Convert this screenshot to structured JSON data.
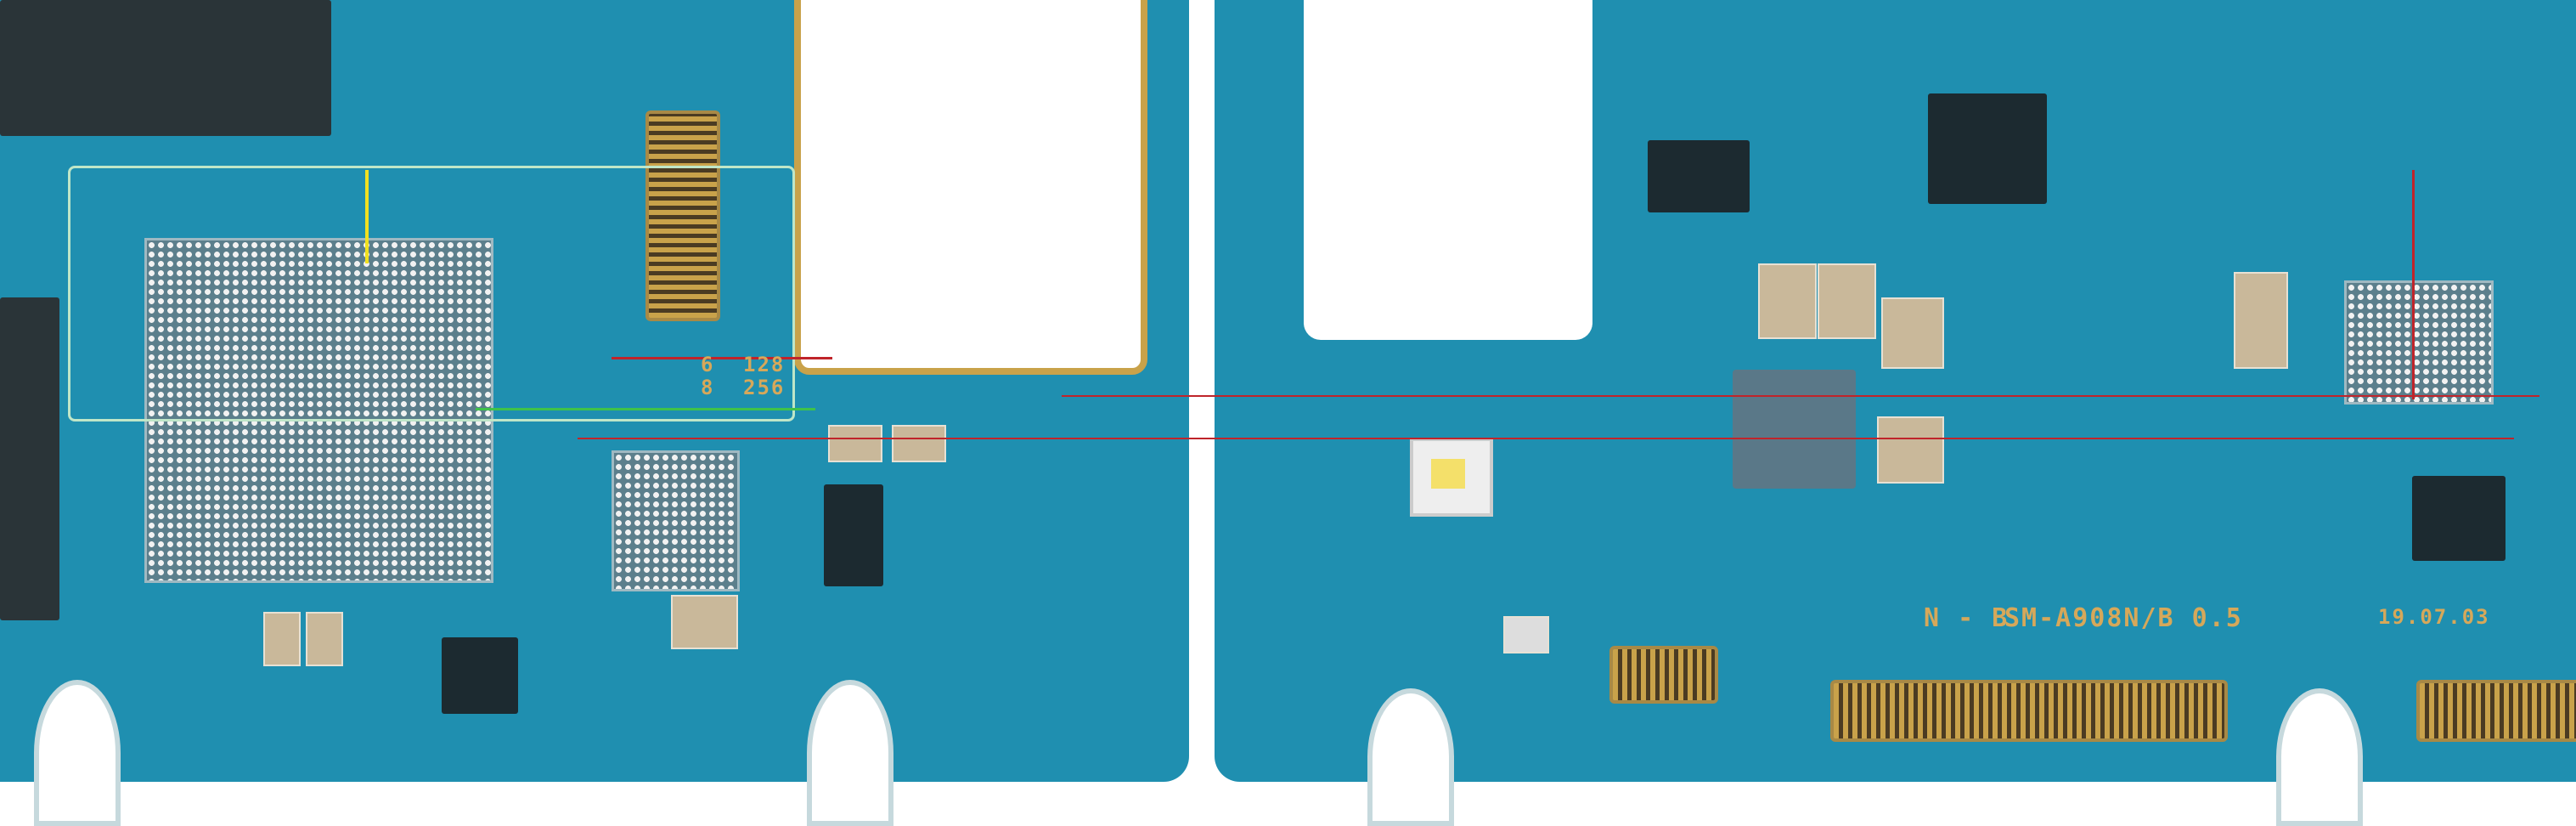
{
  "board": {
    "model_label": "SM-A908N/B 0.5",
    "variant_label": "N - B",
    "date_code": "19.07.03",
    "memory_options": [
      {
        "index": "6",
        "size": "128"
      },
      {
        "index": "8",
        "size": "256"
      }
    ]
  },
  "colors": {
    "pcb": "#1f8fb0",
    "gold": "#c9a24a",
    "trace_red": "#c0242a",
    "trace_green": "#3fc24a"
  }
}
